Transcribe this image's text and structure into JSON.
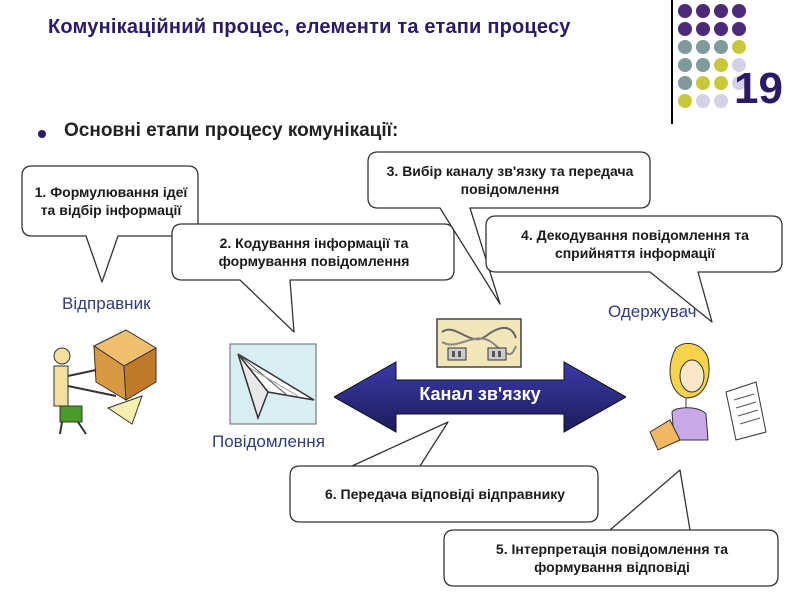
{
  "slide": {
    "title": "Комунікаційний  процес, елементи та етапи процесу",
    "number": "19",
    "subtitle": "Основні етапи процесу комунікації:"
  },
  "labels": {
    "sender": "Відправник",
    "receiver": "Одержувач",
    "message": "Повідомлення",
    "channel": "Канал зв'язку"
  },
  "callouts": {
    "step1": "1. Формулювання ідеї та відбір інформації",
    "step2": "2. Кодування інформації та формування повідомлення",
    "step3": "3. Вибір каналу зв'язку та передача повідомлення",
    "step4": "4. Декодування повідомлення та сприйняття інформації",
    "step5": "5. Інтерпретація повідомлення та формування відповіді",
    "step6": "6. Передача відповіді відправнику"
  },
  "icons": {
    "sender": "person-with-box-icon",
    "message": "paper-plane-icon",
    "channel": "cables-icon",
    "receiver": "woman-reading-letter-icon",
    "channel_arrow": "double-arrow-icon"
  },
  "colors": {
    "accent": "#2b1a66",
    "purple": "#4d2a77",
    "gray_teal": "#7f9a9b",
    "yellow_green": "#c8c83a",
    "light_lavender": "#d4d2e6",
    "arrow": "#2a2a82",
    "callout_fill": "#ffffff"
  }
}
